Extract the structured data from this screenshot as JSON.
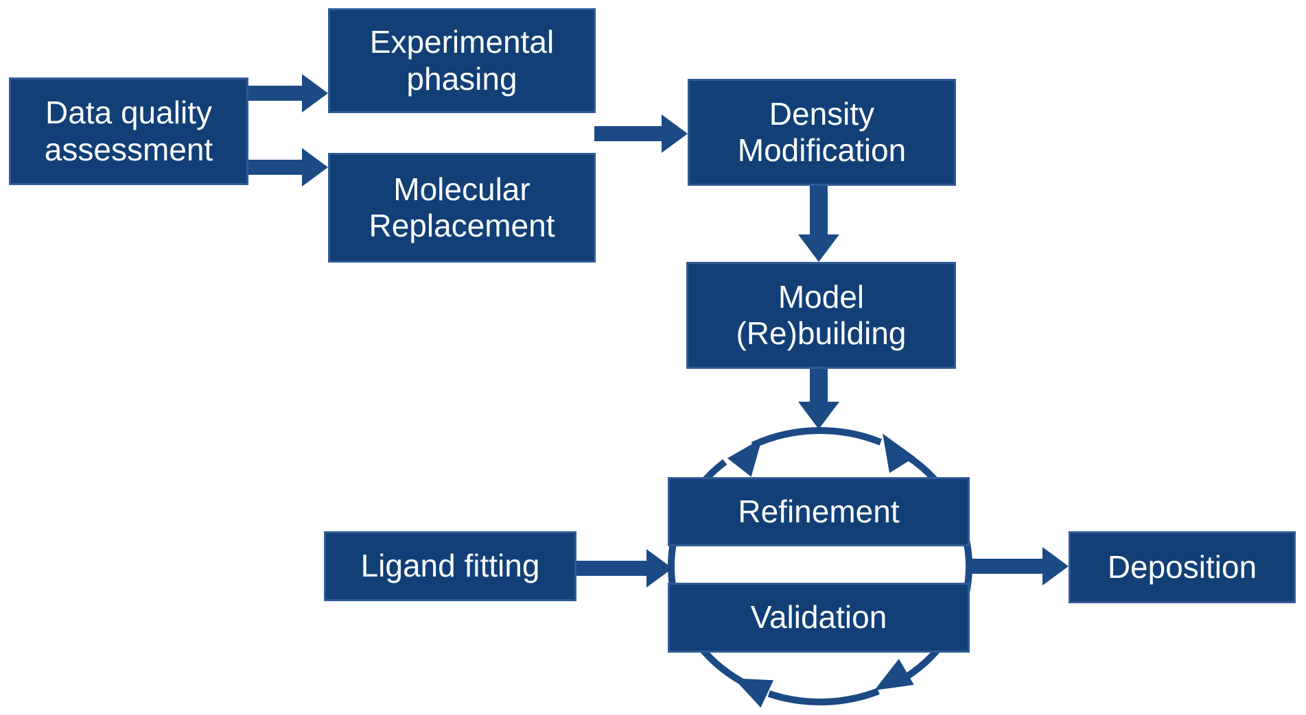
{
  "colors": {
    "box_fill": "#123F76",
    "box_border": "#2F5B96",
    "connector": "#1B4A85",
    "text": "#FFFFFF",
    "background": "#FFFFFF"
  },
  "nodes": [
    {
      "id": "data-quality-assessment",
      "lines": [
        "Data quality",
        "assessment"
      ]
    },
    {
      "id": "experimental-phasing",
      "lines": [
        "Experimental",
        "phasing"
      ]
    },
    {
      "id": "molecular-replacement",
      "lines": [
        "Molecular",
        "Replacement"
      ]
    },
    {
      "id": "density-modification",
      "lines": [
        "Density",
        "Modification"
      ]
    },
    {
      "id": "model-rebuilding",
      "lines": [
        "Model",
        "(Re)building"
      ]
    },
    {
      "id": "refinement",
      "lines": [
        "Refinement"
      ]
    },
    {
      "id": "validation",
      "lines": [
        "Validation"
      ]
    },
    {
      "id": "ligand-fitting",
      "lines": [
        "Ligand fitting"
      ]
    },
    {
      "id": "deposition",
      "lines": [
        "Deposition"
      ]
    }
  ],
  "edges": [
    {
      "from": "data-quality-assessment",
      "to": "experimental-phasing"
    },
    {
      "from": "data-quality-assessment",
      "to": "molecular-replacement"
    },
    {
      "from": "experimental-phasing|molecular-replacement",
      "to": "density-modification"
    },
    {
      "from": "density-modification",
      "to": "model-rebuilding"
    },
    {
      "from": "model-rebuilding",
      "to": "refinement-validation-cycle"
    },
    {
      "from": "ligand-fitting",
      "to": "refinement-validation-cycle"
    },
    {
      "from": "refinement-validation-cycle",
      "to": "deposition"
    }
  ],
  "cycle": {
    "members": [
      "refinement",
      "validation"
    ],
    "type": "iterative-loop",
    "arrowheads": 4
  }
}
